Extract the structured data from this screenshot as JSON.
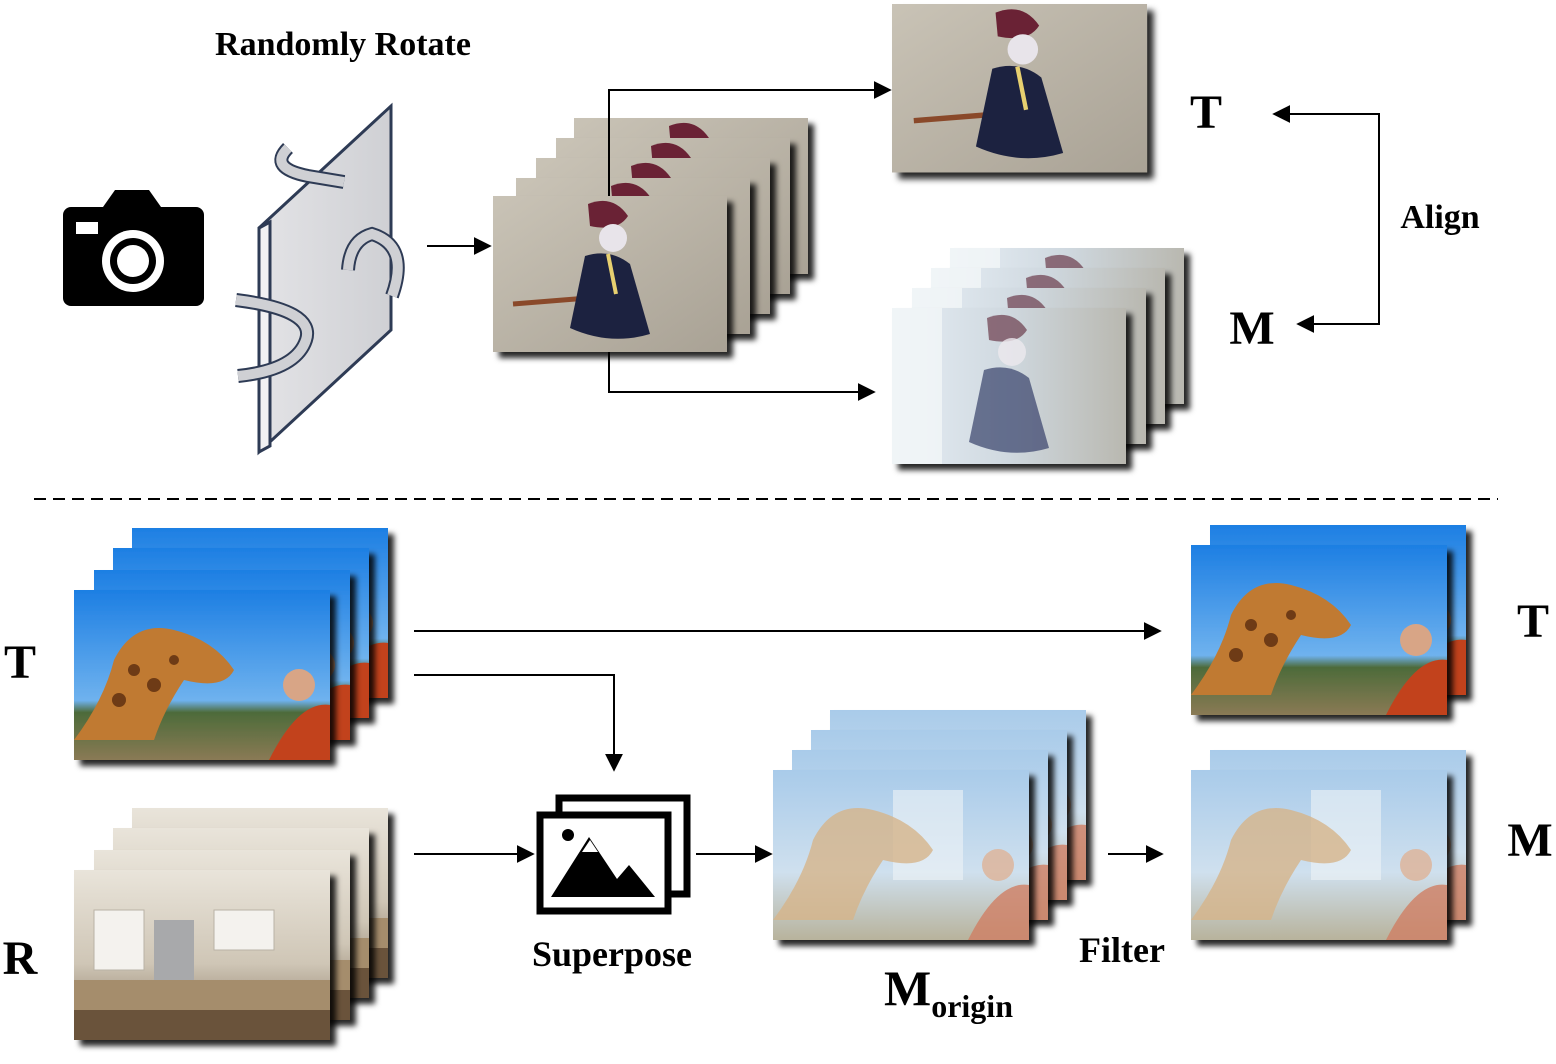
{
  "top": {
    "title": "Randomly Rotate",
    "label_t": "T",
    "label_m": "M",
    "align": "Align"
  },
  "bottom": {
    "label_t_left": "T",
    "label_r_left": "R",
    "superpose": "Superpose",
    "m_origin_main": "M",
    "m_origin_sub": "origin",
    "filter": "Filter",
    "label_t_right": "T",
    "label_m_right": "M"
  },
  "icons": [
    "camera-icon",
    "rotating-panel-icon",
    "image-stack-icon",
    "superpose-icon"
  ],
  "colors": {
    "anime_bg": "#b8b2a4",
    "sky": "#2f8ae6",
    "kitchen": "#d9d2c4"
  }
}
